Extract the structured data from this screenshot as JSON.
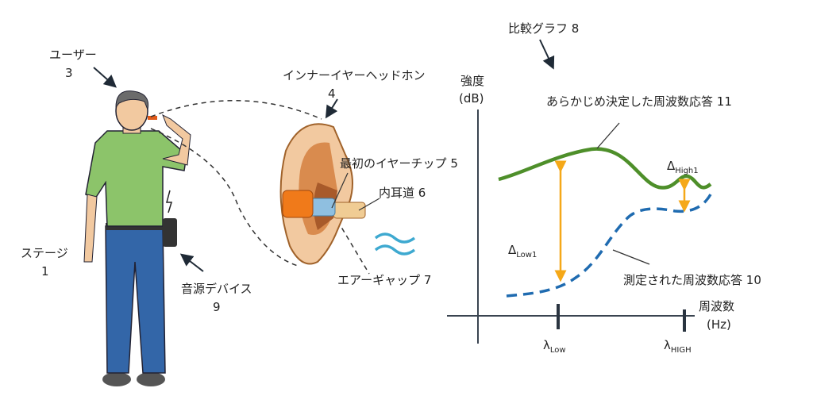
{
  "labels": {
    "user": "ユーザー",
    "user_num": "3",
    "stage": "ステージ",
    "stage_num": "1",
    "source_device": "音源デバイス",
    "source_device_num": "9",
    "headphone": "インナーイヤーヘッドホン",
    "headphone_num": "4",
    "eartip": "最初のイヤーチップ 5",
    "ear_canal": "内耳道 6",
    "air_gap": "エアーギャップ 7"
  },
  "chart": {
    "title": "比較グラフ 8",
    "ylabel_1": "強度",
    "ylabel_2": "(dB)",
    "xlabel_1": "周波数",
    "xlabel_2": "(Hz)",
    "predetermined_label": "あらかじめ決定した周波数応答 11",
    "measured_label": "測定された周波数応答 10",
    "delta_low": "Δ",
    "delta_low_sub": "Low1",
    "delta_high": "Δ",
    "delta_high_sub": "High1",
    "lambda_low": "λ",
    "lambda_low_sub": "Low",
    "lambda_high": "λ",
    "lambda_high_sub": "HIGH"
  },
  "colors": {
    "predetermined": "#4e8f2a",
    "measured": "#1f6bb0",
    "delta": "#f5a818",
    "shirt": "#8cc46a",
    "jeans": "#3366a8",
    "skin": "#f2c9a0",
    "eartip": "#f07a1a"
  }
}
